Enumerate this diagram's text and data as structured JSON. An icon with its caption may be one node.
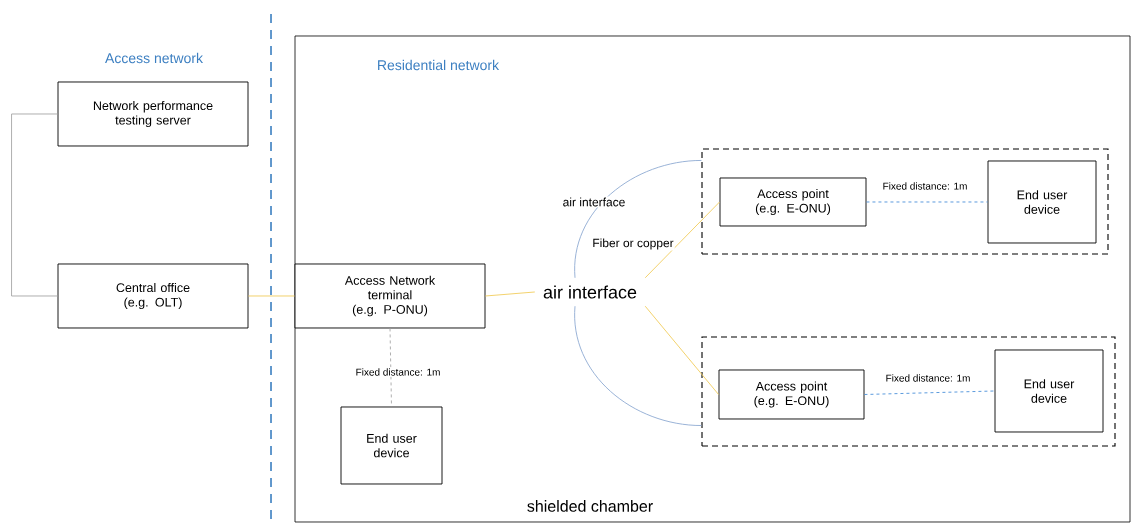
{
  "diagram": {
    "nodes": [
      {
        "text": [
          "Network performance testing server"
        ]
      },
      {
        "text": [
          "Central office (e.g. OLT)"
        ]
      },
      {
        "text": [
          "Residential network",
          "shielded chamber"
        ]
      },
      {
        "text": [
          "Access Network terminal (e.g. P-ONU)"
        ],
        "in": 2
      },
      {
        "text": [
          "End user device"
        ],
        "in": 2
      },
      {
        "text": [
          "air interface"
        ],
        "in": 2
      },
      {
        "text": [],
        "shape": "box",
        "in": 2
      },
      {
        "text": [
          "Access point (e.g. E-ONU)"
        ],
        "in": 6
      },
      {
        "text": [
          "End user device"
        ],
        "in": 6
      },
      {
        "text": [],
        "shape": "box",
        "in": 2
      },
      {
        "text": [
          "Access point (e.g. E-ONU)"
        ],
        "in": 9
      },
      {
        "text": [
          "End user device"
        ],
        "in": 9
      }
    ],
    "edges": [
      {
        "from": 0,
        "to": 1,
        "arrow": "none",
        "color": "#a6a6a6"
      },
      {
        "from": 1,
        "to": 3,
        "arrow": "none"
      },
      {
        "from": 3,
        "to": 5,
        "arrow": "none"
      },
      {
        "from": 3,
        "to": 4,
        "arrow": "none",
        "label": "Fixed distance: 1m",
        "style": "dashed",
        "color": "#a6a6a6"
      },
      {
        "from": 5,
        "to": 7,
        "arrow": "none",
        "label": "Fiber or copper"
      },
      {
        "from": 5,
        "to": 10,
        "arrow": "none"
      },
      {
        "from": 5,
        "to": 6,
        "arrow": "none",
        "label": "air interface",
        "color": "#8faad2"
      },
      {
        "from": 5,
        "to": 9,
        "arrow": "none",
        "color": "#8faad2"
      },
      {
        "from": 7,
        "to": 8,
        "arrow": "none",
        "label": "Fixed distance: 1m",
        "style": "dashed",
        "color": "#4a90d9"
      },
      {
        "from": 10,
        "to": 11,
        "arrow": "none",
        "label": "Fixed distance: 1m",
        "style": "dashed",
        "color": "#4a90d9"
      }
    ],
    "labels": [
      "Access network"
    ]
  }
}
